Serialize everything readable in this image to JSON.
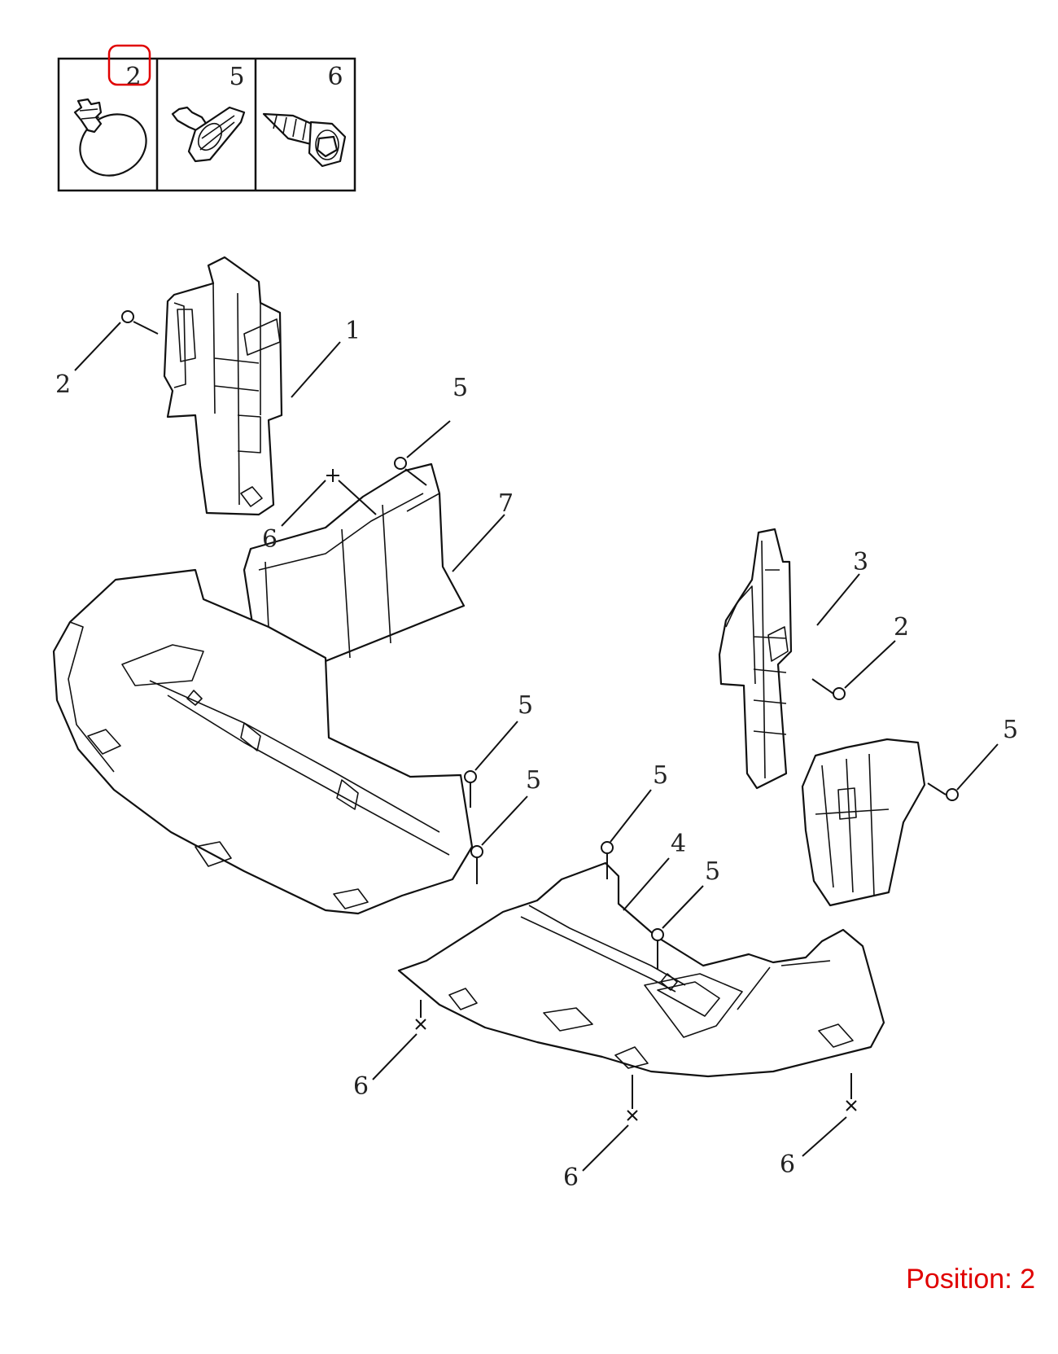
{
  "legend_panel": {
    "cells": [
      {
        "number": "2",
        "icon": "push-clip-icon"
      },
      {
        "number": "5",
        "icon": "clip-with-washer-icon"
      },
      {
        "number": "6",
        "icon": "screw-icon"
      }
    ]
  },
  "callouts": [
    {
      "id": "c-1",
      "text": "1"
    },
    {
      "id": "c-2a",
      "text": "2"
    },
    {
      "id": "c-5a",
      "text": "5"
    },
    {
      "id": "c-6a",
      "text": "6"
    },
    {
      "id": "c-7",
      "text": "7"
    },
    {
      "id": "c-3",
      "text": "3"
    },
    {
      "id": "c-2b",
      "text": "2"
    },
    {
      "id": "c-5b",
      "text": "5"
    },
    {
      "id": "c-5c",
      "text": "5"
    },
    {
      "id": "c-5d",
      "text": "5"
    },
    {
      "id": "c-5e",
      "text": "5"
    },
    {
      "id": "c-4",
      "text": "4"
    },
    {
      "id": "c-5f",
      "text": "5"
    },
    {
      "id": "c-6b",
      "text": "6"
    },
    {
      "id": "c-6c",
      "text": "6"
    },
    {
      "id": "c-6d",
      "text": "6"
    }
  ],
  "highlight": {
    "target": "legend_panel.cells.0.number",
    "color": "#e00000"
  },
  "position_label": "Position: 2",
  "colors": {
    "line": "#111111",
    "highlight": "#e00000",
    "background": "#ffffff"
  }
}
